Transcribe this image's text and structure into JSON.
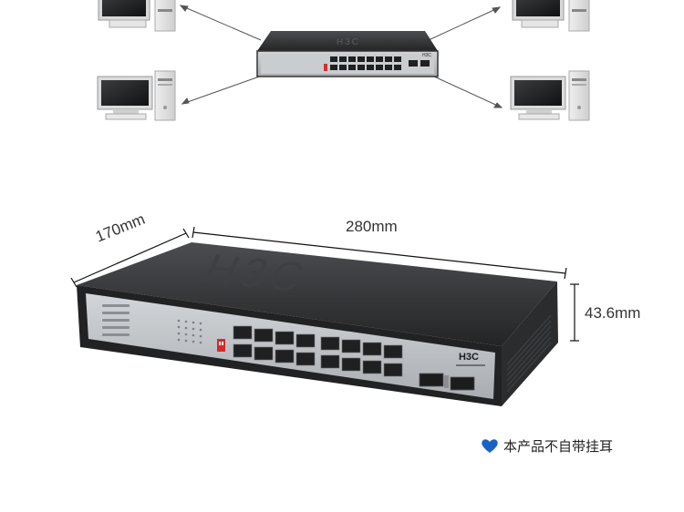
{
  "brand": "H3C",
  "dimensions": {
    "depth": "170mm",
    "width": "280mm",
    "height": "43.6mm"
  },
  "note": {
    "icon": "heart-icon",
    "text": "本产品不自带挂耳"
  },
  "colors": {
    "heart": "#1a63c6",
    "chassis": "#2d2f31",
    "front_panel": "#bfc3c7",
    "port_hole": "#1e2022"
  }
}
